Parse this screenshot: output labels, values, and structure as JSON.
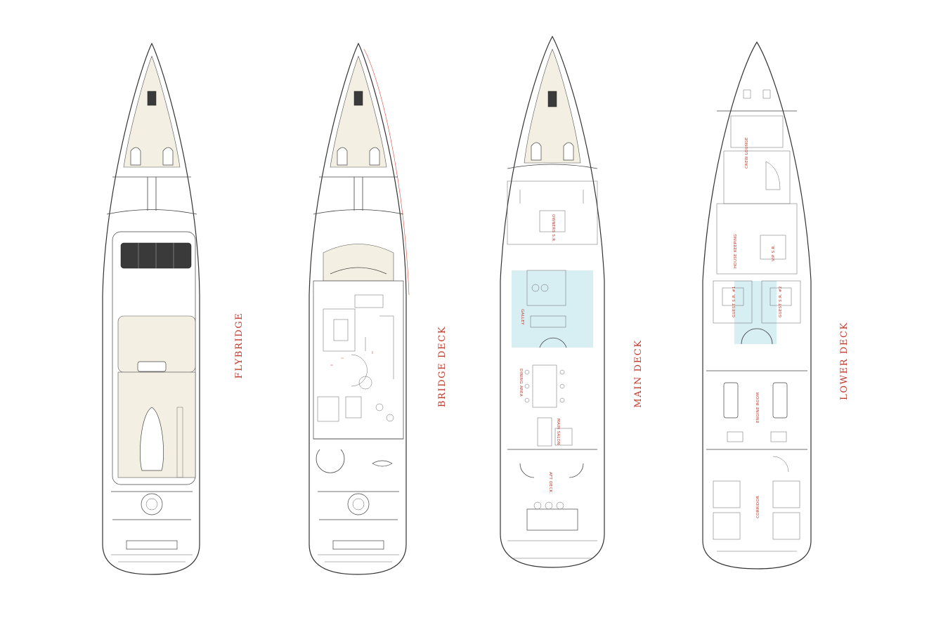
{
  "decks": [
    {
      "key": "flybridge",
      "title": "FLYBRIDGE",
      "labels": []
    },
    {
      "key": "bridge",
      "title": "BRIDGE DECK",
      "labels": []
    },
    {
      "key": "main",
      "title": "MAIN DECK",
      "labels": [
        "GALLEY",
        "OWNERS S.R.",
        "DINING AREA",
        "MAIN SALON",
        "AFT DECK"
      ]
    },
    {
      "key": "lower",
      "title": "LOWER DECK",
      "labels": [
        "CREW LOUNGE",
        "HOUSE KEEPING",
        "VIP S.R.",
        "GUEST S.R. #1",
        "GUEST S.R. #2",
        "ENGINE ROOM",
        "CORRIDOR"
      ]
    }
  ],
  "colors": {
    "label": "#c0392b",
    "line": "#333333",
    "cream": "#f3efe2",
    "blue": "#d7eef2"
  }
}
